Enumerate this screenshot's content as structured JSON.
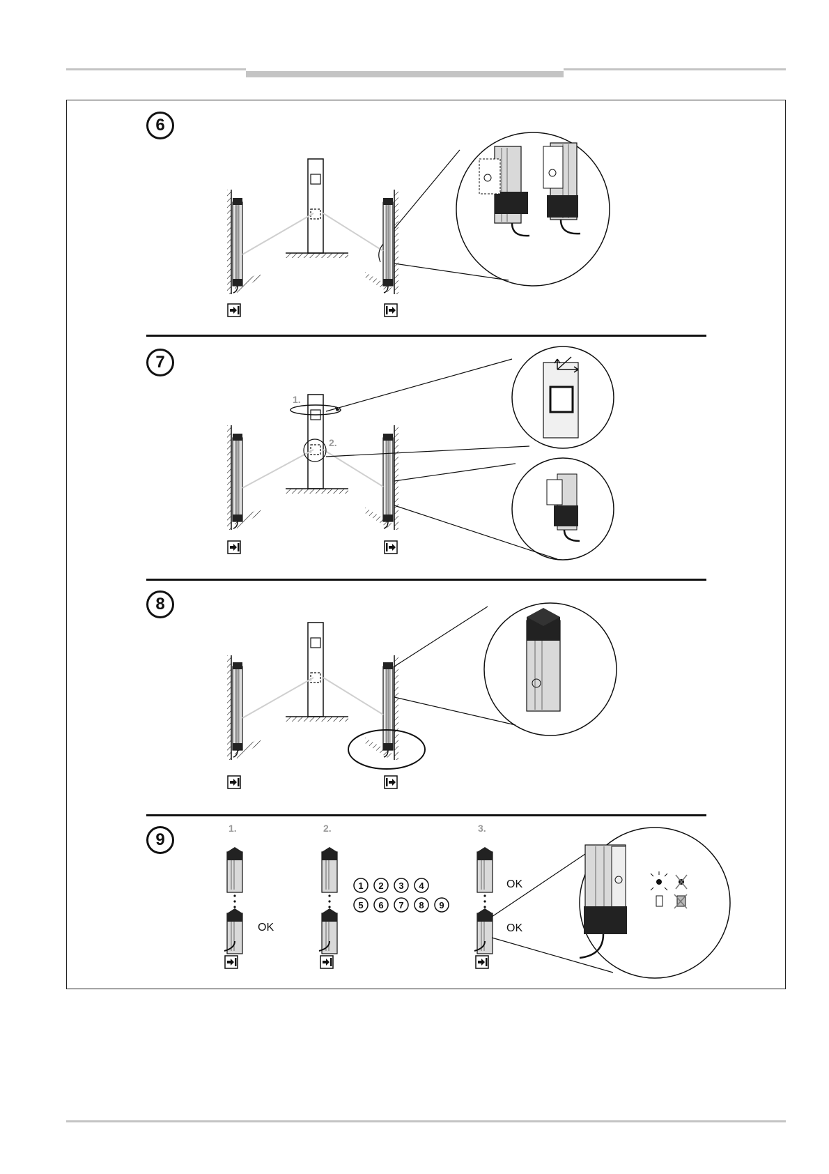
{
  "steps": [
    {
      "number": "6"
    },
    {
      "number": "7",
      "sub_labels": [
        "1.",
        "2."
      ]
    },
    {
      "number": "8"
    },
    {
      "number": "9",
      "sub_labels": [
        "1.",
        "2.",
        "3."
      ],
      "ok_label": "OK",
      "sequence": [
        "1",
        "2",
        "3",
        "4",
        "5",
        "6",
        "7",
        "8",
        "9"
      ]
    }
  ],
  "colors": {
    "rule": "#c4c4c4",
    "ink": "#111111",
    "muted": "#9a9a9a"
  }
}
